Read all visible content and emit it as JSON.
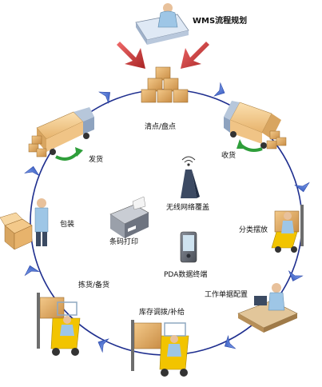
{
  "title": "WMS流程规划",
  "nodes": {
    "count": "清点/盘点",
    "receive": "收货",
    "sort": "分类摆放",
    "worksheet": "工作单据配置",
    "transfer": "库存调拨/补给",
    "pick": "拣货/备货",
    "pack": "包装",
    "ship": "发货"
  },
  "center": {
    "wireless": "无线网络覆盖",
    "barcode": "条码打印",
    "pda": "PDA数据终端"
  },
  "colors": {
    "cycle_line": "#1f2f8f",
    "cycle_arrow": "#3b5fc8",
    "top_arrow": "#c83a3a",
    "truck_arrow": "#2e9e3a",
    "box": "#d9a35e",
    "truck_body": "#f2c98a"
  }
}
